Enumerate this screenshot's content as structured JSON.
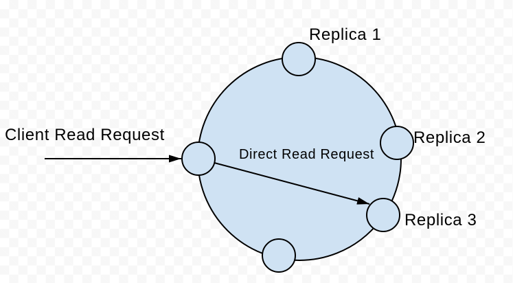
{
  "labels": {
    "replica1": "Replica 1",
    "replica2": "Replica 2",
    "replica3": "Replica 3",
    "client_read_request": "Client Read Request",
    "direct_read_request": "Direct Read Request"
  },
  "colors": {
    "shape_fill": "#cfe2f3",
    "shape_stroke": "#000000",
    "text": "#000000",
    "checker_light": "#ffffff",
    "checker_dark": "#f7f7f7"
  }
}
